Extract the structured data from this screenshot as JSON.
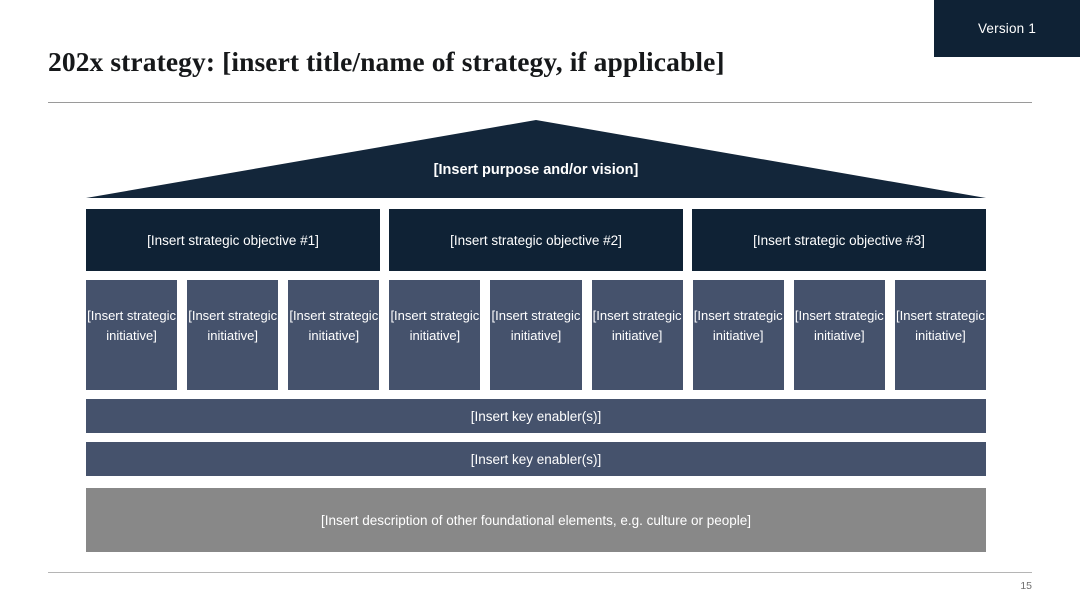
{
  "header": {
    "version_badge": "Version 1",
    "title": "202x strategy: [insert title/name of strategy, if applicable]"
  },
  "diagram": {
    "type": "strategy-temple",
    "roof": {
      "label": "[Insert purpose and/or vision]"
    },
    "objectives": [
      {
        "label": "[Insert strategic objective #1]"
      },
      {
        "label": "[Insert strategic objective #2]"
      },
      {
        "label": "[Insert strategic objective #3]"
      }
    ],
    "initiatives": [
      {
        "label": "[Insert strategic initiative]"
      },
      {
        "label": "[Insert strategic initiative]"
      },
      {
        "label": "[Insert strategic initiative]"
      },
      {
        "label": "[Insert strategic initiative]"
      },
      {
        "label": "[Insert strategic initiative]"
      },
      {
        "label": "[Insert strategic initiative]"
      },
      {
        "label": "[Insert strategic initiative]"
      },
      {
        "label": "[Insert strategic initiative]"
      },
      {
        "label": "[Insert strategic initiative]"
      }
    ],
    "enablers": [
      {
        "label": "[Insert key enabler(s)]"
      },
      {
        "label": "[Insert key enabler(s)]"
      }
    ],
    "foundation": {
      "label": "[Insert description of other foundational elements, e.g. culture or people]"
    }
  },
  "footer": {
    "page_number": "15"
  },
  "colors": {
    "navy": "#0f2235",
    "roof_navy": "#13263a",
    "slate": "#45526c",
    "gray": "#888888",
    "title_text": "#16181a",
    "rule": "#9a9a9a",
    "page_number_text": "#707070"
  }
}
